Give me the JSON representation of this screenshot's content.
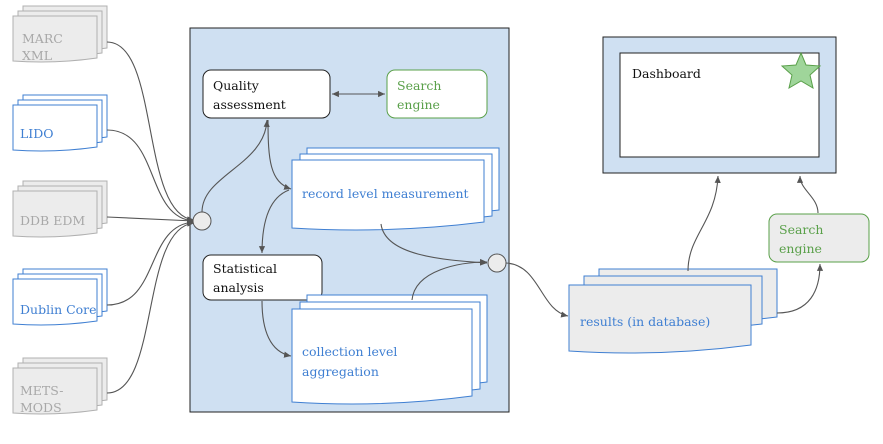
{
  "sources": [
    {
      "id": "marc",
      "lines": [
        "MARC",
        "XML"
      ],
      "style": "gray"
    },
    {
      "id": "lido",
      "lines": [
        "LIDO"
      ],
      "style": "blue"
    },
    {
      "id": "ddb",
      "lines": [
        "DDB EDM"
      ],
      "style": "gray"
    },
    {
      "id": "dc",
      "lines": [
        "Dublin Core"
      ],
      "style": "blue"
    },
    {
      "id": "mets",
      "lines": [
        "METS-",
        "MODS"
      ],
      "style": "gray"
    }
  ],
  "nodes": {
    "quality": {
      "lines": [
        "Quality",
        "assessment"
      ]
    },
    "search_inner": {
      "lines": [
        "Search",
        "engine"
      ]
    },
    "record": {
      "lines": [
        "record level measurement"
      ]
    },
    "stats": {
      "lines": [
        "Statistical",
        "analysis"
      ]
    },
    "collection": {
      "lines": [
        "collection level",
        "aggregation"
      ]
    },
    "results": {
      "lines": [
        "results (in database)"
      ]
    },
    "search_outer": {
      "lines": [
        "Search",
        "engine"
      ]
    },
    "dashboard": {
      "lines": [
        "Dashboard"
      ]
    }
  },
  "colors": {
    "panel_fill": "#cfe0f2",
    "blue": "#3f7fd2",
    "green": "#5aa04a",
    "gray_fill": "#ececec",
    "gray_stroke": "#b0b0b0",
    "star_fill": "#9fd59a"
  },
  "icons": {
    "dashboard_star": "star-icon"
  }
}
